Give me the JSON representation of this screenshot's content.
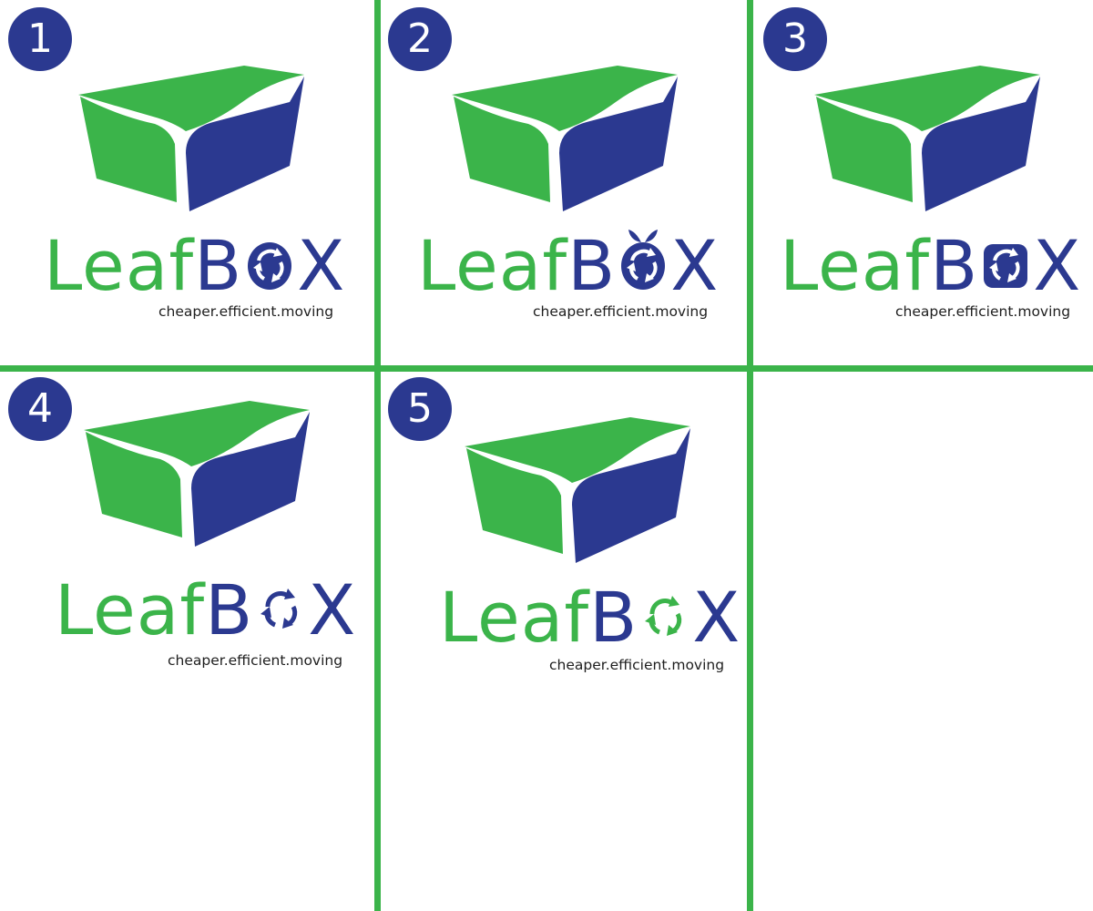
{
  "brand": {
    "name_leaf": "Leaf",
    "name_b": "B",
    "name_x": "X",
    "tagline": "cheaper.efficient.moving"
  },
  "colors": {
    "green": "#3bb44a",
    "navy": "#2b3990",
    "divider": "#3bb44a"
  },
  "variants": [
    {
      "number": "1",
      "o_style": "navy-filled-recycle"
    },
    {
      "number": "2",
      "o_style": "navy-filled-recycle-with-leaves"
    },
    {
      "number": "3",
      "o_style": "navy-filled-recycle"
    },
    {
      "number": "4",
      "o_style": "navy-arrows-only"
    },
    {
      "number": "5",
      "o_style": "green-arrows-only"
    }
  ]
}
